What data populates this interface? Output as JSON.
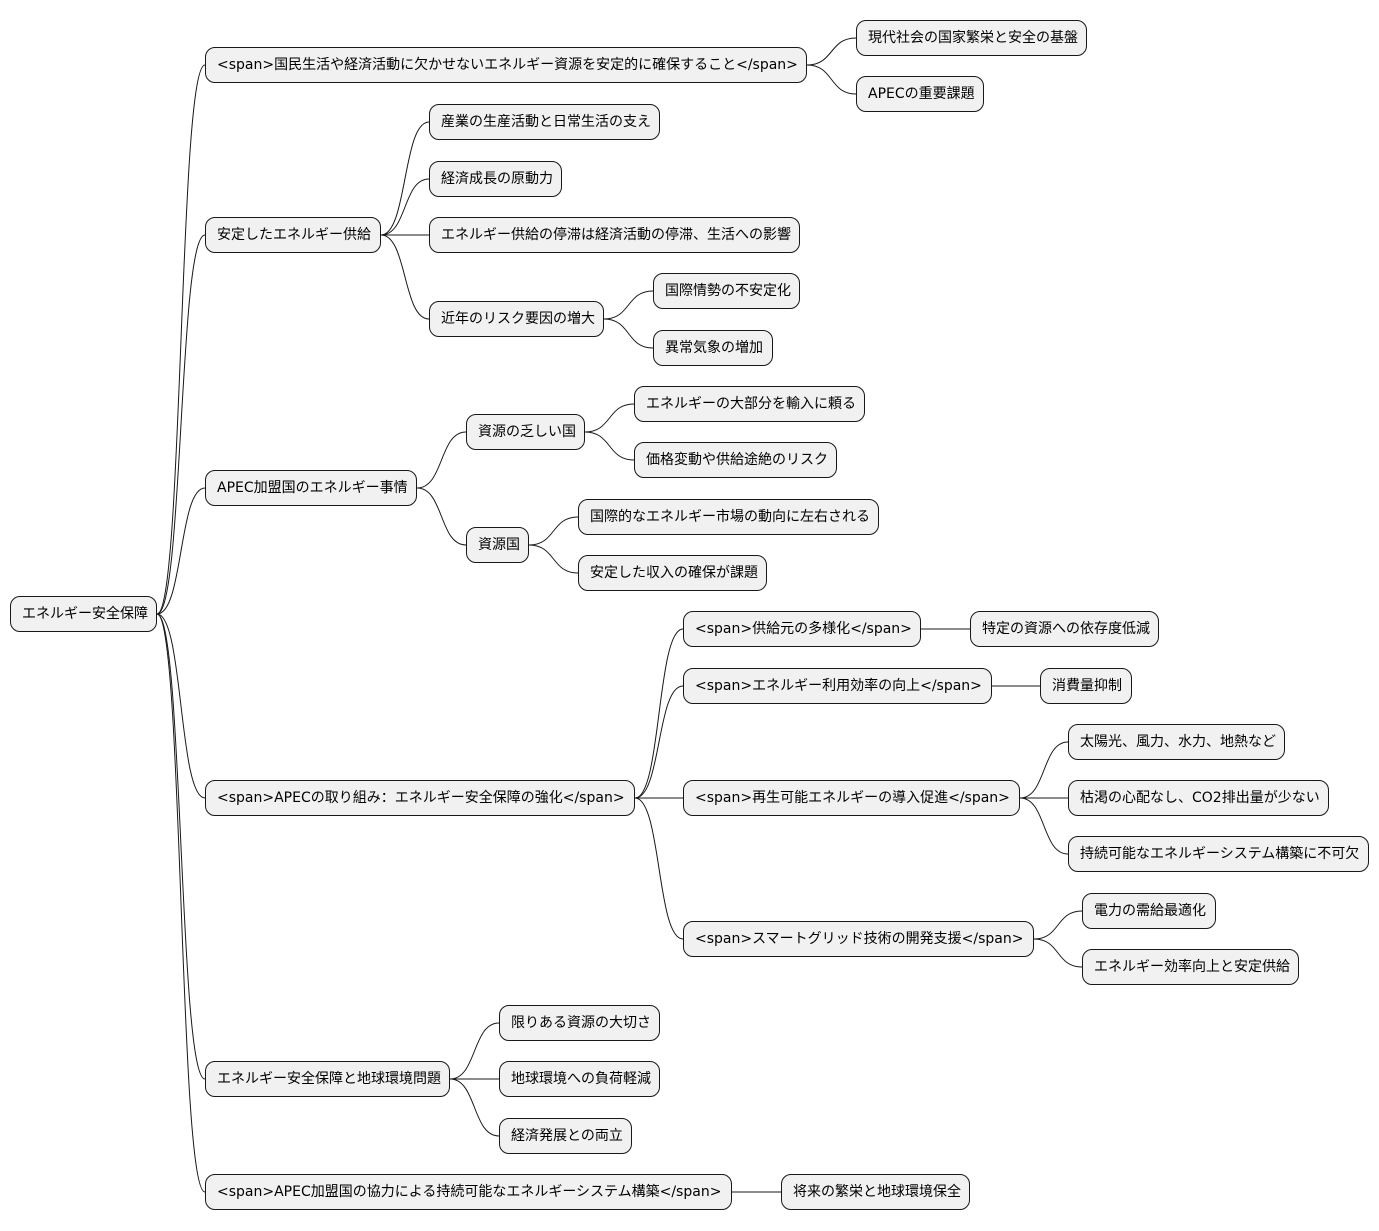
{
  "mindmap": {
    "root": {
      "label": "エネルギー安全保障",
      "children": [
        {
          "label": "<span>国民生活や経済活動に欠かせないエネルギー資源を安定的に確保すること</span>",
          "children": [
            {
              "label": "現代社会の国家繁栄と安全の基盤"
            },
            {
              "label": "APECの重要課題"
            }
          ]
        },
        {
          "label": "安定したエネルギー供給",
          "children": [
            {
              "label": "産業の生産活動と日常生活の支え"
            },
            {
              "label": "経済成長の原動力"
            },
            {
              "label": "エネルギー供給の停滞は経済活動の停滞、生活への影響"
            },
            {
              "label": "近年のリスク要因の増大",
              "children": [
                {
                  "label": "国際情勢の不安定化"
                },
                {
                  "label": "異常気象の増加"
                }
              ]
            }
          ]
        },
        {
          "label": "APEC加盟国のエネルギー事情",
          "children": [
            {
              "label": "資源の乏しい国",
              "children": [
                {
                  "label": "エネルギーの大部分を輸入に頼る"
                },
                {
                  "label": "価格変動や供給途絶のリスク"
                }
              ]
            },
            {
              "label": "資源国",
              "children": [
                {
                  "label": "国際的なエネルギー市場の動向に左右される"
                },
                {
                  "label": "安定した収入の確保が課題"
                }
              ]
            }
          ]
        },
        {
          "label": "<span>APECの取り組み：エネルギー安全保障の強化</span>",
          "children": [
            {
              "label": "<span>供給元の多様化</span>",
              "children": [
                {
                  "label": "特定の資源への依存度低減"
                }
              ]
            },
            {
              "label": "<span>エネルギー利用効率の向上</span>",
              "children": [
                {
                  "label": "消費量抑制"
                }
              ]
            },
            {
              "label": "<span>再生可能エネルギーの導入促進</span>",
              "children": [
                {
                  "label": "太陽光、風力、水力、地熱など"
                },
                {
                  "label": "枯渇の心配なし、CO2排出量が少ない"
                },
                {
                  "label": "持続可能なエネルギーシステム構築に不可欠"
                }
              ]
            },
            {
              "label": "<span>スマートグリッド技術の開発支援</span>",
              "children": [
                {
                  "label": "電力の需給最適化"
                },
                {
                  "label": "エネルギー効率向上と安定供給"
                }
              ]
            }
          ]
        },
        {
          "label": "エネルギー安全保障と地球環境問題",
          "children": [
            {
              "label": "限りある資源の大切さ"
            },
            {
              "label": "地球環境への負荷軽減"
            },
            {
              "label": "経済発展との両立"
            }
          ]
        },
        {
          "label": "<span>APEC加盟国の協力による持続可能なエネルギーシステム構築</span>",
          "children": [
            {
              "label": "将来の繁栄と地球環境保全"
            }
          ]
        }
      ]
    }
  }
}
